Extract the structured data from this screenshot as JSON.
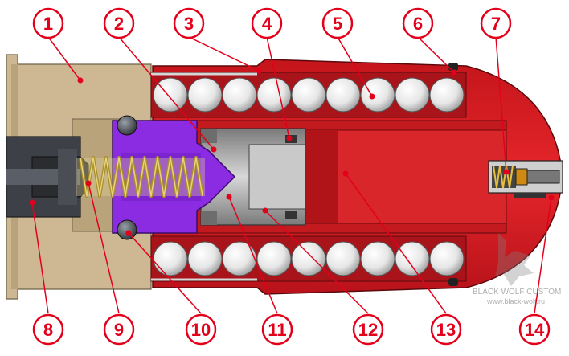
{
  "colors": {
    "callout": "#e3001b",
    "body_red": "#d3171d",
    "brass": "#cdb893",
    "purple": "#8b2be2",
    "steel": "#9a9a9a",
    "dark": "#3a3a3a"
  },
  "top_labels": [
    "1",
    "2",
    "3",
    "4",
    "5",
    "6",
    "7"
  ],
  "bottom_labels": [
    "8",
    "9",
    "10",
    "11",
    "12",
    "13",
    "14"
  ],
  "watermark": {
    "name": "BLACK WOLF CUSTOM",
    "url": "www.black-wolf.ru"
  }
}
